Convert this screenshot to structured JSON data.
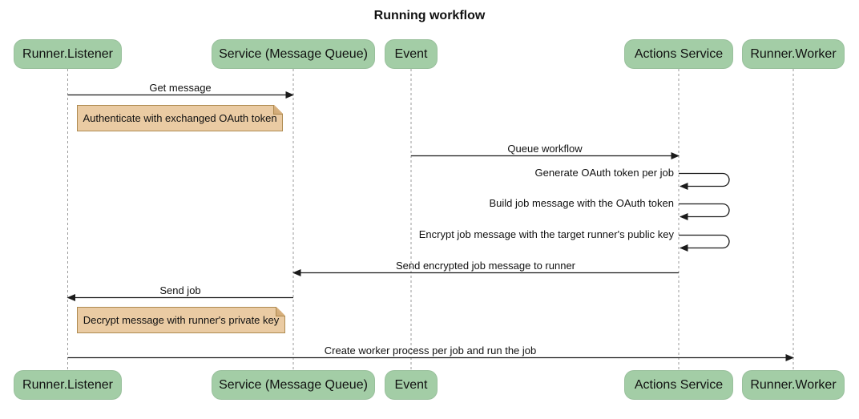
{
  "title": "Running workflow",
  "colors": {
    "actor_fill": "#A3CDA6",
    "note_fill": "#EACBA3",
    "note_border": "#AE8A50",
    "lifeline": "#9A9A9A",
    "arrow": "#1B1B1B"
  },
  "actors": [
    {
      "id": "runner-listener",
      "label": "Runner.Listener"
    },
    {
      "id": "service-message-queue",
      "label": "Service (Message Queue)"
    },
    {
      "id": "event",
      "label": "Event"
    },
    {
      "id": "actions-service",
      "label": "Actions Service"
    },
    {
      "id": "runner-worker",
      "label": "Runner.Worker"
    }
  ],
  "messages": [
    {
      "label": "Get message",
      "from": "Runner.Listener",
      "to": "Service (Message Queue)",
      "self": false
    },
    {
      "label": "Queue workflow",
      "from": "Event",
      "to": "Actions Service",
      "self": false
    },
    {
      "label": "Generate OAuth token per job",
      "from": "Actions Service",
      "to": "Actions Service",
      "self": true
    },
    {
      "label": "Build job message with the OAuth token",
      "from": "Actions Service",
      "to": "Actions Service",
      "self": true
    },
    {
      "label": "Encrypt job message with the target runner's public key",
      "from": "Actions Service",
      "to": "Actions Service",
      "self": true
    },
    {
      "label": "Send encrypted job message to runner",
      "from": "Actions Service",
      "to": "Service (Message Queue)",
      "self": false
    },
    {
      "label": "Send job",
      "from": "Service (Message Queue)",
      "to": "Runner.Listener",
      "self": false
    },
    {
      "label": "Create worker process per job and run the job",
      "from": "Runner.Listener",
      "to": "Runner.Worker",
      "self": false
    }
  ],
  "notes": [
    {
      "label": "Authenticate with exchanged OAuth token",
      "attached_to": "Runner.Listener"
    },
    {
      "label": "Decrypt message with runner's private key",
      "attached_to": "Runner.Listener"
    }
  ]
}
